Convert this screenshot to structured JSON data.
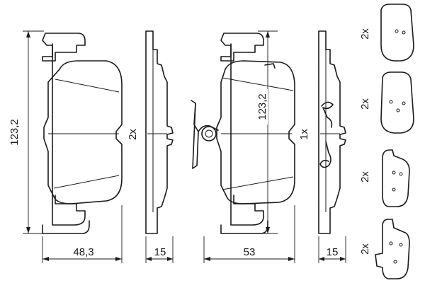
{
  "dimensions": {
    "pad_height_left": "123,2",
    "pad_width_left": "48,3",
    "pad_thickness_left": "15",
    "pad_height_right": "123,2",
    "pad_width_right": "53",
    "pad_thickness_right": "15"
  },
  "quantities": {
    "left_side_view": "2x",
    "right_side_view": "1x",
    "detail_1": "2x",
    "detail_2": "2x",
    "detail_3": "2x",
    "detail_4": "2x"
  }
}
